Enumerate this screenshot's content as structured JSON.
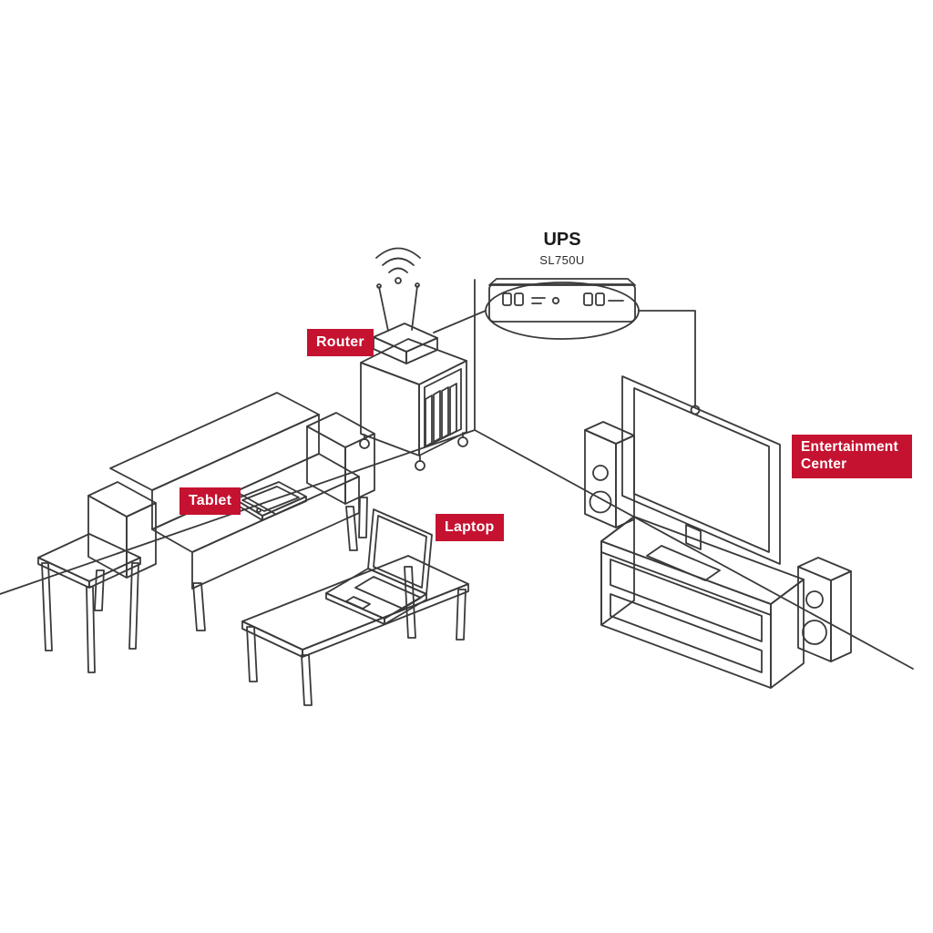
{
  "colors": {
    "accent_red": "#c51230",
    "line": "#3a3a3a",
    "ups_body": "#1b1b1d",
    "led_green": "#35b44a"
  },
  "labels": {
    "ups_title": "UPS",
    "ups_model": "SL750U",
    "router": "Router",
    "tablet": "Tablet",
    "laptop": "Laptop",
    "entertainment_center": "Entertainment Center"
  },
  "icons": [
    "wifi-icon",
    "antenna-icon",
    "power-led-icon"
  ],
  "scene_objects": [
    "room-corner",
    "side-table",
    "sofa",
    "tablet",
    "coffee-table",
    "laptop",
    "bookshelf-cart",
    "router",
    "ups",
    "tv",
    "tv-stand",
    "tv-console",
    "speaker-left",
    "speaker-right",
    "connection-lines"
  ]
}
